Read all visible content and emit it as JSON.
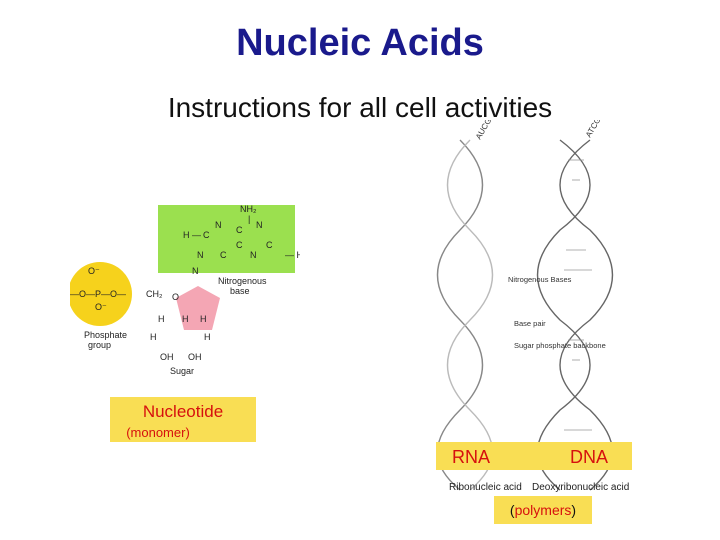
{
  "slide": {
    "title": "Nucleic Acids",
    "subtitle": "Instructions for all cell activities"
  },
  "nucleotide": {
    "label": "Nucleotide",
    "sublabel": "(monomer)",
    "parts": {
      "phosphate": "Phosphate group",
      "base": "Nitrogenous base",
      "sugar": "Sugar"
    },
    "colors": {
      "phosphate": "#f6d21c",
      "base": "#9be04f",
      "sugar": "#f4a6b4"
    }
  },
  "helix": {
    "rna_label": "RNA",
    "dna_label": "DNA",
    "rna_name": "Ribonucleic acid",
    "dna_name": "Deoxyribonucleic acid",
    "polymers_open": "(",
    "polymers_word": "polymers",
    "polymers_close": ")",
    "annotations": {
      "rna_sequence": "AUCGG",
      "dna_sequence": "ATCGG",
      "nitrogenous_bases": "Nitrogenous Bases",
      "base_pair": "Base pair",
      "backbone": "Sugar phosphate backbone"
    }
  },
  "accent_color": "#f9de54",
  "label_color": "#d6110e",
  "title_color": "#1a1a8c"
}
